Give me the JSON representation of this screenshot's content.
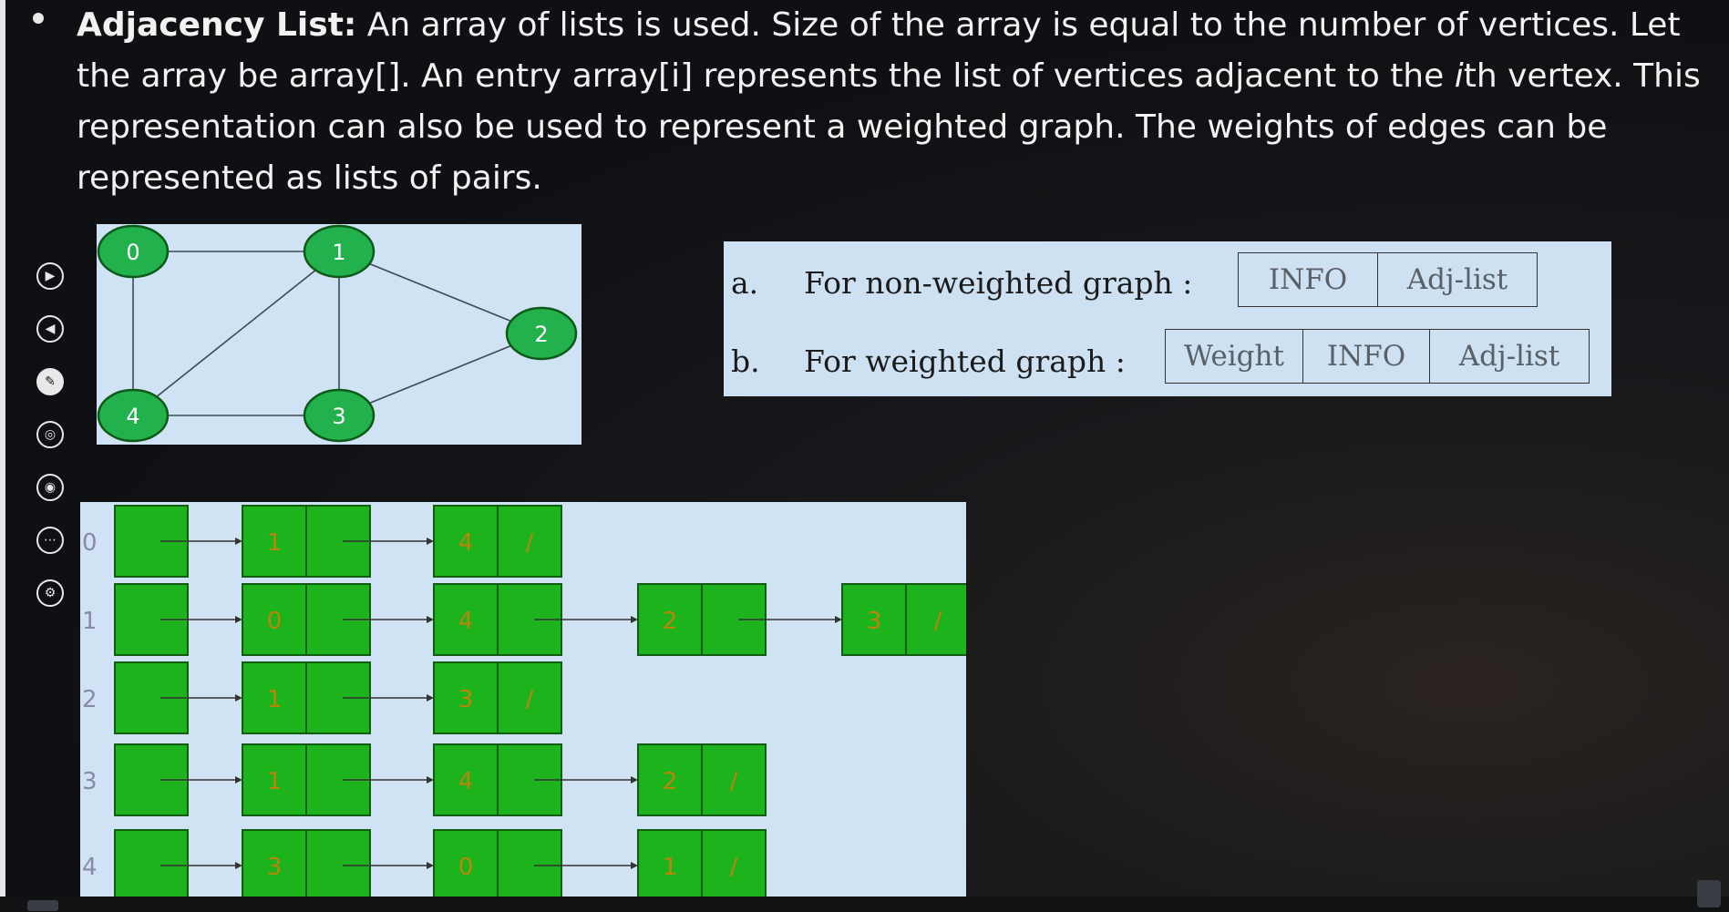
{
  "paragraph": {
    "term": "Adjacency List:",
    "text_1": " An array of lists is used. Size of the array is equal to the number of vertices. Let the array be array[]. An entry array[i] represents the list of vertices adjacent to the ",
    "italic_i": "i",
    "text_2": "th vertex. This representation can also be used to represent a weighted graph. The weights of edges can be represented as lists of pairs."
  },
  "graph": {
    "nodes": [
      "0",
      "1",
      "2",
      "3",
      "4"
    ],
    "node_color": "#22b14c",
    "edges": [
      [
        "0",
        "1"
      ],
      [
        "0",
        "4"
      ],
      [
        "1",
        "4"
      ],
      [
        "1",
        "3"
      ],
      [
        "1",
        "2"
      ],
      [
        "2",
        "3"
      ],
      [
        "3",
        "4"
      ]
    ]
  },
  "info": {
    "row_a": {
      "marker": "a.",
      "label": "For non-weighted graph :",
      "cells": [
        "INFO",
        "Adj-list"
      ]
    },
    "row_b": {
      "marker": "b.",
      "label": "For weighted graph :",
      "cells": [
        "Weight",
        "INFO",
        "Adj-list"
      ]
    }
  },
  "adjacency": {
    "indices": [
      "0",
      "1",
      "2",
      "3",
      "4"
    ],
    "lists": [
      [
        "1",
        "4"
      ],
      [
        "0",
        "4",
        "2",
        "3"
      ],
      [
        "1",
        "3"
      ],
      [
        "1",
        "4",
        "2"
      ],
      [
        "3",
        "0",
        "1"
      ]
    ],
    "null_marker": "/",
    "cell_color": "#1db31d",
    "text_color": "#b8860b"
  },
  "toolbar": {
    "icons": [
      "play-icon",
      "back-icon",
      "pen-icon",
      "layers-icon",
      "camera-icon",
      "more-icon",
      "settings-icon"
    ]
  },
  "colors": {
    "panel_bg": "#cfe3f5",
    "text": "#f2f2f2"
  }
}
